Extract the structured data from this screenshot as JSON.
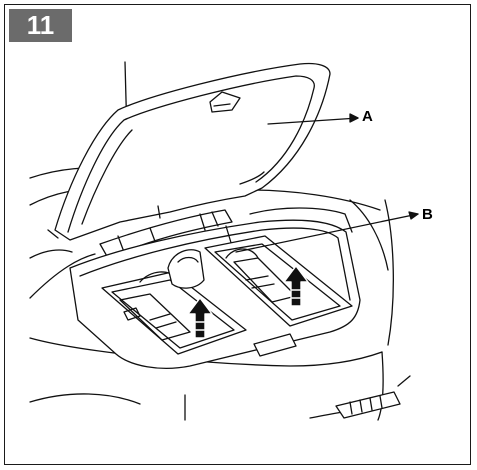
{
  "figure": {
    "number": "11",
    "badge_color": "#6b6b6b",
    "line_color": "#111111"
  },
  "callouts": {
    "a": "A",
    "b": "B"
  },
  "icons": {
    "arrow_1": "up-arrow-icon",
    "arrow_2": "up-arrow-icon"
  }
}
